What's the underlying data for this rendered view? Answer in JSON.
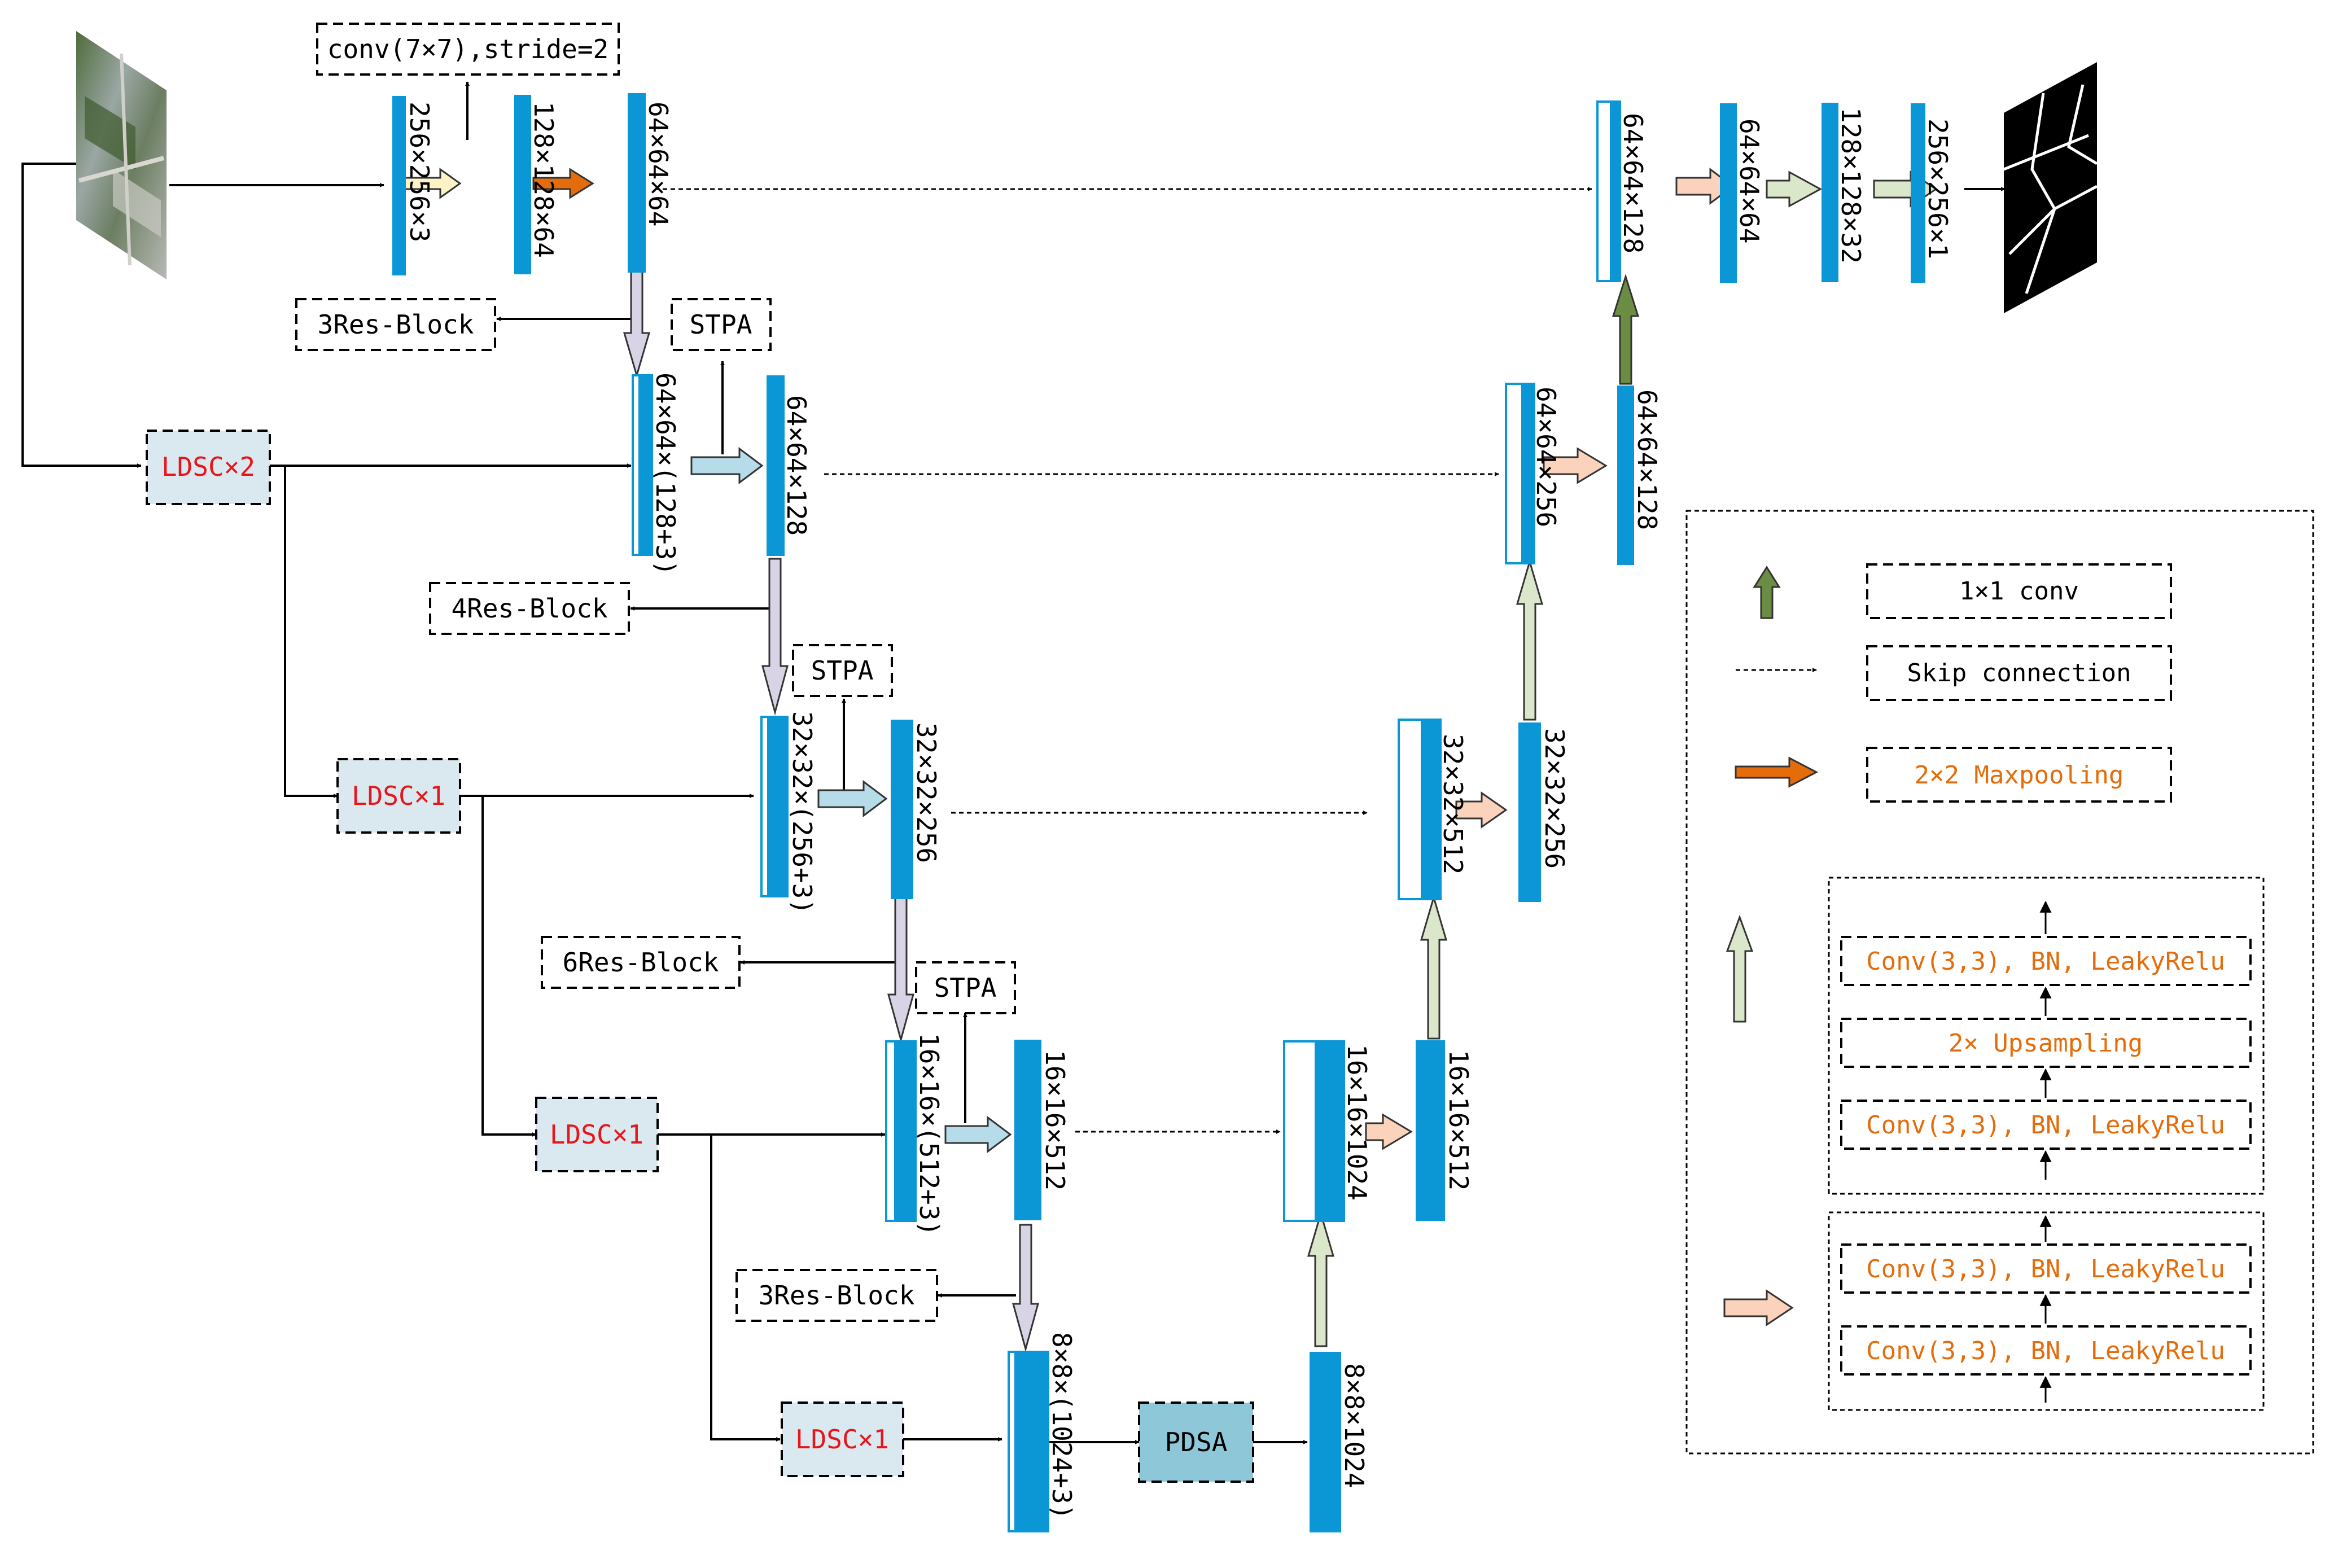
{
  "labels": {
    "conv_stride": "conv(7×7),stride=2",
    "enc_256": "256×256×3",
    "enc_128": "128×128×64",
    "enc_64": "64×64×64",
    "res_block_1": "3Res-Block",
    "stpa_1": "STPA",
    "ldsc_x2": "LDSC×2",
    "enc_64_cat": "64×64×(128+3)",
    "enc_64_128": "64×64×128",
    "res_block_2": "4Res-Block",
    "stpa_2": "STPA",
    "ldsc_x1_a": "LDSC×1",
    "enc_32_cat": "32×32×(256+3)",
    "enc_32_256": "32×32×256",
    "res_block_3": "6Res-Block",
    "stpa_3": "STPA",
    "ldsc_x1_b": "LDSC×1",
    "enc_16_cat": "16×16×(512+3)",
    "enc_16_512": "16×16×512",
    "res_block_4": "3Res-Block",
    "ldsc_x1_c": "LDSC×1",
    "enc_8_cat": "8×8×(1024+3)",
    "pdsa": "PDSA",
    "bottleneck": "8×8×1024",
    "dec_16_cat": "16×16×1024",
    "dec_16": "16×16×512",
    "dec_32_cat": "32×32×512",
    "dec_32": "32×32×256",
    "dec_64_cat": "64×64×256",
    "dec_64_128": "64×64×128",
    "dec_top_cat": "64×64×128",
    "dec_top_64": "64×64×64",
    "dec_top_128": "128×128×32",
    "dec_top_256": "256×256×1"
  },
  "legend": {
    "conv1x1": "1×1 conv",
    "skip": "Skip connection",
    "maxpool": "2×2 Maxpooling",
    "up_conv_1": "Conv(3,3), BN, LeakyRelu",
    "up_sampling": "2× Upsampling",
    "up_conv_2": "Conv(3,3), BN, LeakyRelu",
    "res_conv_1": "Conv(3,3), BN, LeakyRelu",
    "res_conv_2": "Conv(3,3), BN, LeakyRelu"
  },
  "colors": {
    "blue": "#0b96d6",
    "ldsc_fill": "#dae9f0",
    "pdsa_fill": "#8ec7d8",
    "maxpool": "#e46c0a",
    "conv1x1": "#6b8d43",
    "upsample": "#dbe7cb",
    "resblock": "#fbd2bc",
    "stride_conv": "#fff2c6",
    "stpa_arrow": "#b6dcea",
    "down": "#d8d4e6",
    "red_text": "#e8151b",
    "orange_text": "#e46c0a"
  }
}
